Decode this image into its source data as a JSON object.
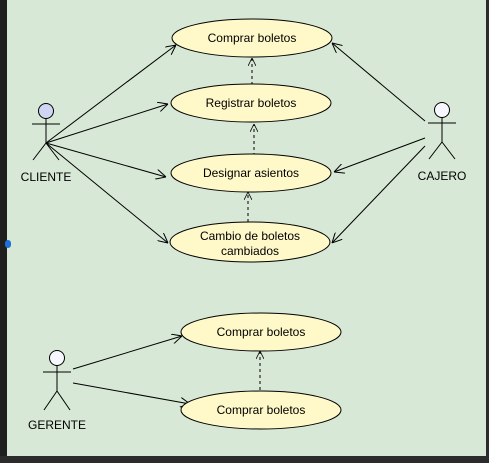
{
  "diagram": {
    "actors": [
      {
        "id": "cliente",
        "label": "CLIENTE",
        "head_color": "#cfd6f3"
      },
      {
        "id": "cajero",
        "label": "CAJERO",
        "head_color": "#f7f7ff"
      },
      {
        "id": "gerente",
        "label": "GERENTE",
        "head_color": "#f7f7ff"
      }
    ],
    "use_cases": [
      {
        "id": "uc1",
        "lines": [
          "Comprar boletos"
        ]
      },
      {
        "id": "uc2",
        "lines": [
          "Registrar boletos"
        ]
      },
      {
        "id": "uc3",
        "lines": [
          "Designar asientos"
        ]
      },
      {
        "id": "uc4",
        "lines": [
          "Cambio de boletos",
          "cambiados"
        ]
      },
      {
        "id": "uc5",
        "lines": [
          "Comprar boletos"
        ]
      },
      {
        "id": "uc6",
        "lines": [
          "Comprar boletos"
        ]
      }
    ],
    "colors": {
      "background": "#d7e8d6",
      "use_case_fill": "#fff8c8",
      "stroke": "#000000"
    }
  }
}
